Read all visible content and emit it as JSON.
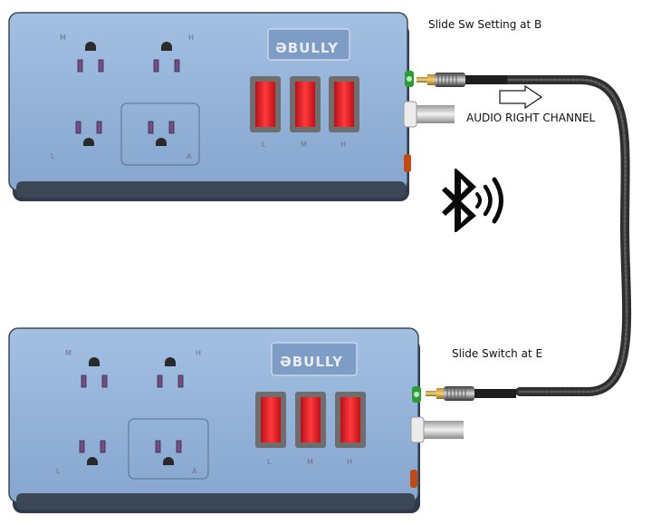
{
  "annotations": {
    "top_setting": "Slide Sw Setting  at B",
    "audio_channel": "AUDIO RIGHT CHANNEL",
    "bottom_setting": "Slide Switch at E"
  },
  "strips": {
    "brand": "ƏBULLY",
    "outlet_letters_top": [
      "M",
      "H",
      "L",
      "A"
    ],
    "outlet_letters_bottom": [
      "M",
      "H",
      "L",
      "A"
    ],
    "switch_labels": [
      "L",
      "M",
      "H"
    ]
  },
  "icons": {
    "bluetooth": "bluetooth-icon",
    "wireless_waves": "signal-waves-icon",
    "direction_arrow": "arrow-right-outline-icon"
  },
  "colors": {
    "strip_body": "#8fb0d8",
    "strip_edge": "#3a4a5c",
    "switch_red": "#e8202a",
    "cable": "#2e2e2e"
  }
}
